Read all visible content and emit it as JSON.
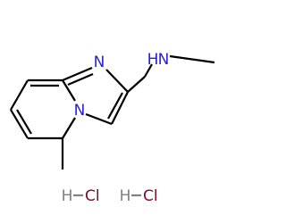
{
  "molecule": {
    "atoms": {
      "n_imine": "N",
      "n_bridge": "N",
      "n_amine": "N",
      "h_amine": "H"
    },
    "salt": [
      {
        "h": "H",
        "cl": "Cl"
      },
      {
        "h": "H",
        "cl": "Cl"
      }
    ]
  },
  "colors": {
    "bond": "#000000",
    "nitrogen": "#2b20d6",
    "hydrogen": "#808080",
    "chlorine": "#7a0f2a"
  }
}
